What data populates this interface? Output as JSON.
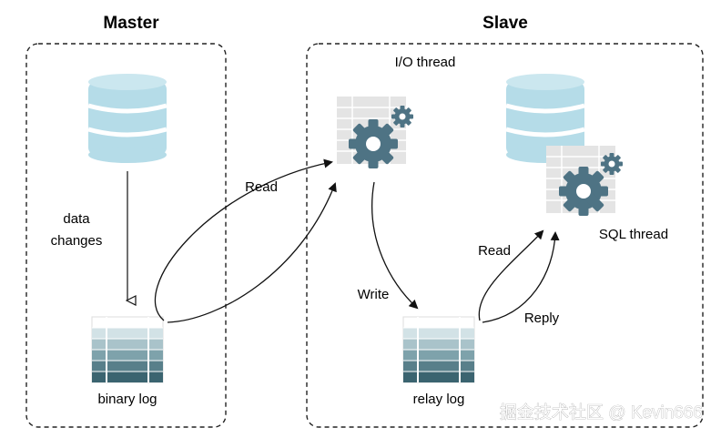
{
  "master": {
    "title": "Master",
    "data_changes_line1": "data",
    "data_changes_line2": "changes",
    "binary_log_label": "binary log"
  },
  "slave": {
    "title": "Slave",
    "io_thread_label": "I/O thread",
    "sql_thread_label": "SQL thread",
    "relay_log_label": "relay log"
  },
  "flows": {
    "read_from_binlog": "Read",
    "write_to_relay": "Write",
    "read_from_relay": "Read",
    "reply": "Reply"
  },
  "watermark": "掘金技术社区 @ Kevin666",
  "colors": {
    "db_light": "#b5dce8",
    "db_dark": "#7fb5c9",
    "gear": "#4e7384",
    "table_grid": "#d8d8d8",
    "log_rows": [
      "#ffffff",
      "#d2e2e6",
      "#a9c3ca",
      "#7ea2ab",
      "#587f8a",
      "#3b6470"
    ]
  }
}
